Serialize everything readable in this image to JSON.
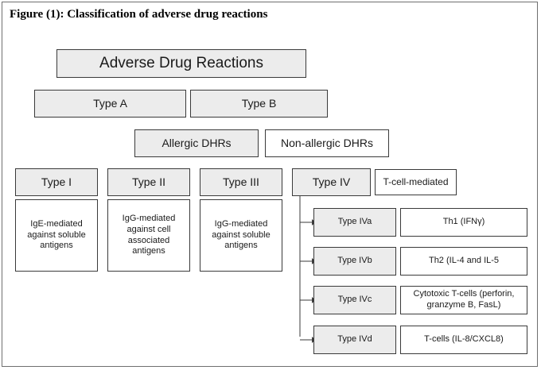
{
  "figure": {
    "title": "Figure (1): Classification of adverse drug reactions"
  },
  "root": {
    "label": "Adverse Drug Reactions"
  },
  "types": {
    "a": "Type A",
    "b": "Type B"
  },
  "dhrs": {
    "allergic": "Allergic DHRs",
    "non_allergic": "Non-allergic DHRs"
  },
  "hypersensitivity": [
    {
      "label": "Type I",
      "description": "IgE-mediated against soluble antigens"
    },
    {
      "label": "Type II",
      "description": "IgG-mediated against cell associated antigens"
    },
    {
      "label": "Type III",
      "description": "IgG-mediated against soluble antigens"
    },
    {
      "label": "Type IV",
      "description": "T-cell-mediated"
    }
  ],
  "type_iv_subtypes": [
    {
      "label": "Type IVa",
      "mediator": "Th1 (IFNγ)"
    },
    {
      "label": "Type IVb",
      "mediator": "Th2 (IL-4 and IL-5"
    },
    {
      "label": "Type IVc",
      "mediator": "Cytotoxic T-cells (perforin, granzyme B, FasL)"
    },
    {
      "label": "Type IVd",
      "mediator": "T-cells (IL-8/CXCL8)"
    }
  ]
}
